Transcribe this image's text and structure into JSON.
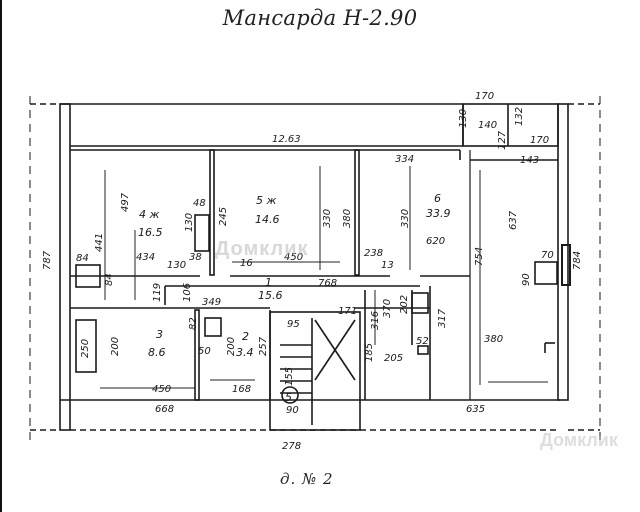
{
  "title": "Мансарда Н-2.90",
  "footer": "д. № 2",
  "watermark": {
    "left": "Домклик",
    "right": "Домклик"
  },
  "rooms": {
    "r1": {
      "num": "1",
      "area": "15.6"
    },
    "r2": {
      "num": "2",
      "area": "3.4"
    },
    "r3": {
      "num": "3",
      "area": "8.6"
    },
    "r4": {
      "num": "4 ж",
      "area": "16.5"
    },
    "r5": {
      "num": "5 ж",
      "area": "14.6"
    },
    "r6": {
      "num": "6",
      "area": "33.9"
    },
    "stair": {
      "num": "5"
    }
  },
  "dims": {
    "top_170": "170",
    "d_1263": "12.63",
    "d_130": "130",
    "d_140": "140",
    "d_132": "132",
    "d_170b": "170",
    "d_334": "334",
    "d_127": "127",
    "d_143": "143",
    "d_787": "787",
    "d_497": "497",
    "d_441": "441",
    "d_84a": "84",
    "d_84b": "84",
    "d_434": "434",
    "d_130b": "130",
    "d_38": "38",
    "d_48": "48",
    "d_130c": "130",
    "d_245": "245",
    "d_16": "16",
    "d_450": "450",
    "d_330": "330",
    "d_380": "380",
    "d_238": "238",
    "d_13": "13",
    "d_330b": "330",
    "d_620": "620",
    "d_754": "754",
    "d_637": "637",
    "d_70": "70",
    "d_784": "784",
    "d_90": "90",
    "d_768": "768",
    "d_119": "119",
    "d_106": "106",
    "d_349": "349",
    "d_171": "171",
    "d_370": "370",
    "d_202": "202",
    "d_317": "317",
    "d_316": "316",
    "d_250": "250",
    "d_200": "200",
    "d_50": "50",
    "d_82": "82",
    "d_200b": "200",
    "d_257": "257",
    "d_95": "95",
    "d_185": "185",
    "d_205": "205",
    "d_52": "52",
    "d_380b": "380",
    "d_450b": "450",
    "d_168": "168",
    "d_668": "668",
    "d_635": "635",
    "d_278": "278",
    "d_90b": "90",
    "d_155": "155"
  }
}
